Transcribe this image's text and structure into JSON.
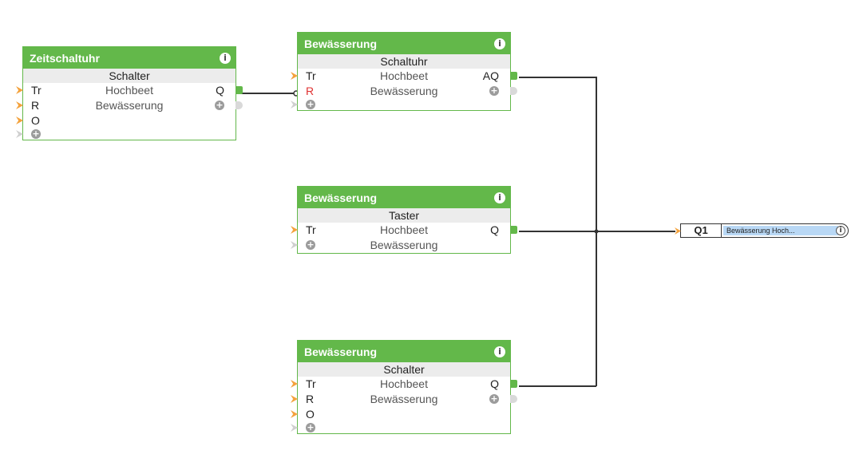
{
  "blocks": {
    "zeitschaltuhr": {
      "title": "Zeitschaltuhr",
      "subtitle": "Schalter",
      "line1": "Hochbeet",
      "line2": "Bewässerung",
      "inputs": [
        "Tr",
        "R",
        "O"
      ],
      "output": "Q"
    },
    "schaltuhr": {
      "title": "Bewässerung",
      "subtitle": "Schaltuhr",
      "line1": "Hochbeet",
      "line2": "Bewässerung",
      "inputs": [
        "Tr",
        "R"
      ],
      "output": "AQ"
    },
    "taster": {
      "title": "Bewässerung",
      "subtitle": "Taster",
      "line1": "Hochbeet",
      "line2": "Bewässerung",
      "inputs": [
        "Tr"
      ],
      "output": "Q"
    },
    "schalter": {
      "title": "Bewässerung",
      "subtitle": "Schalter",
      "line1": "Hochbeet",
      "line2": "Bewässerung",
      "inputs": [
        "Tr",
        "R",
        "O"
      ],
      "output": "Q"
    }
  },
  "output_block": {
    "id": "Q1",
    "text": "Bewässerung  Hoch..."
  },
  "icons": {
    "info": "info-icon",
    "add": "plus-icon"
  },
  "colors": {
    "block_green": "#63b84a",
    "input_pin": "#f4a23c",
    "wire": "#333333",
    "output_label_bg": "#b9d8f5",
    "reset_label": "#e03131"
  }
}
